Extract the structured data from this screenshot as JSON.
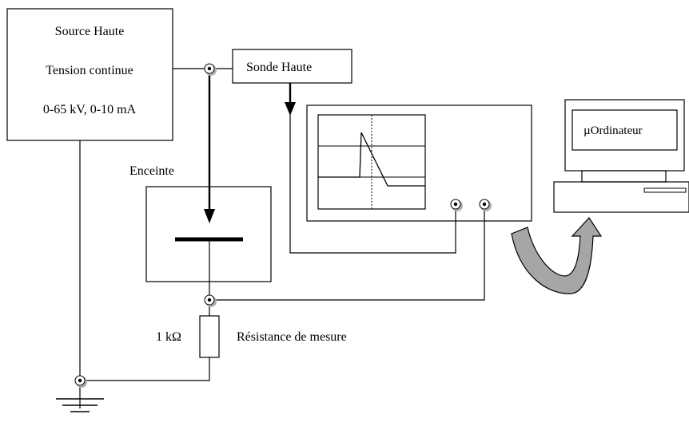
{
  "colors": {
    "line": "#000000",
    "connector_shadow": "#b0b0b0",
    "arrow_fill": "#a6a6a6",
    "background": "#ffffff"
  },
  "source": {
    "line1": "Source Haute",
    "line2": "Tension continue",
    "line3": "0-65 kV, 0-10 mA"
  },
  "probe": {
    "label": "Sonde Haute"
  },
  "enclosure": {
    "label": "Enceinte"
  },
  "computer": {
    "label": "µOrdinateur"
  },
  "resistor": {
    "value": "1 kΩ",
    "label": "Résistance de mesure"
  },
  "icons": {
    "connector": "connector-terminal-icon",
    "ground": "ground-symbol-icon",
    "transfer_arrow": "curved-arrow-icon"
  }
}
